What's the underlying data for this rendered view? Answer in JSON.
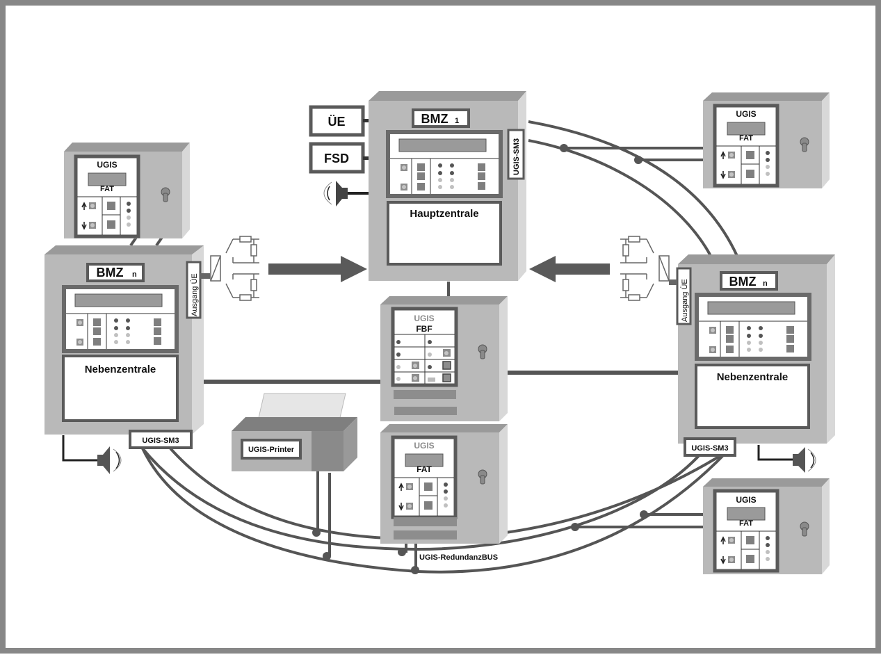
{
  "diagram": {
    "title": "UGIS Brandmeldezentralen-Vernetzung",
    "main_panel": {
      "id_label": "BMZ",
      "id_sub": "1",
      "name": "Hauptzentrale",
      "side_module": "UGIS-SM3",
      "inputs": [
        {
          "label": "ÜE"
        },
        {
          "label": "FSD"
        }
      ],
      "sounder": "speaker-icon"
    },
    "left_panel": {
      "id_label": "BMZ",
      "id_sub": "n",
      "name": "Nebenzentrale",
      "output_label": "Ausgang ÜE",
      "module": "UGIS-SM3"
    },
    "right_panel": {
      "id_label": "BMZ",
      "id_sub": "n",
      "name": "Nebenzentrale",
      "output_label": "Ausgang ÜE",
      "module": "UGIS-SM3"
    },
    "fbf_panel": {
      "brand": "UGIS",
      "type": "FBF"
    },
    "fat_panels": [
      {
        "position": "top-left",
        "brand": "UGIS",
        "type": "FAT"
      },
      {
        "position": "top-right",
        "brand": "UGIS",
        "type": "FAT"
      },
      {
        "position": "center-bottom",
        "brand": "UGIS",
        "type": "FAT"
      },
      {
        "position": "bottom-right",
        "brand": "UGIS",
        "type": "FAT"
      }
    ],
    "printer": {
      "label": "UGIS-Printer"
    },
    "bus": {
      "label": "UGIS-RedundanzBUS"
    },
    "colors": {
      "frame": "#878787",
      "cabinet": "#b9b9b9",
      "cabinet_top": "#9a9a9a",
      "cabinet_side": "#d8d8d8",
      "panel_border": "#5a5a5a",
      "display": "#9a9a9a",
      "bus_line": "#555555",
      "led_dark": "#555555",
      "led_light": "#c0c0c0"
    }
  }
}
